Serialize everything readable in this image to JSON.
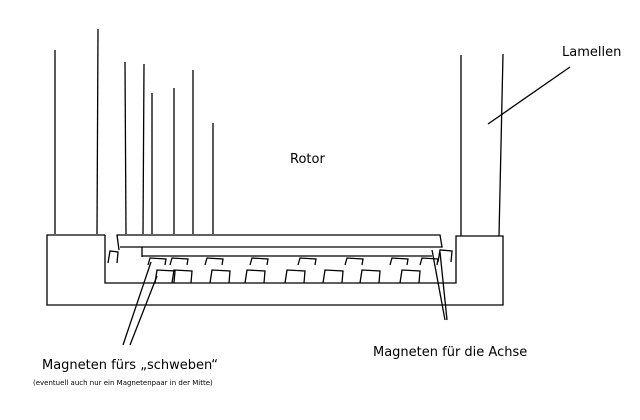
{
  "labels": {
    "lamellae": "Lamellen",
    "rotor": "Rotor",
    "levitation_magnets": "Magneten fürs „schweben“",
    "levitation_note": "(eventuell auch nur ein Magnetenpaar in der Mitte)",
    "axis_magnets": "Magneten für die Achse"
  }
}
